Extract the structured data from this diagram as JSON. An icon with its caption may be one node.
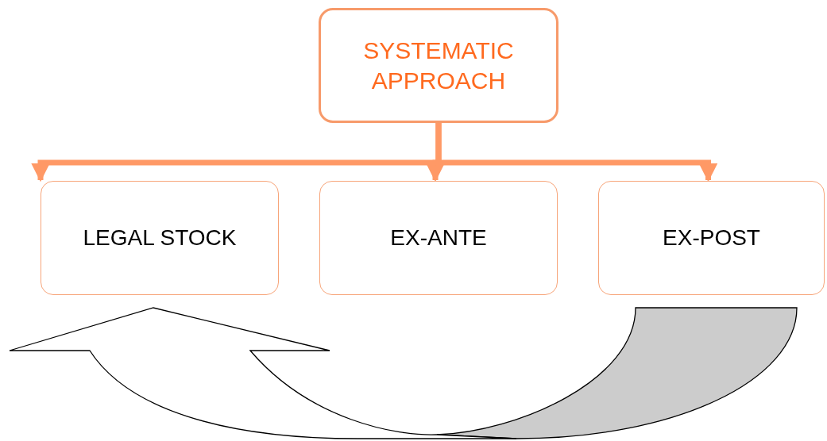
{
  "diagram": {
    "nodes": [
      {
        "text": [
          "SYSTEMATIC APPROACH"
        ]
      },
      {
        "text": [
          "LEGAL STOCK"
        ]
      },
      {
        "text": [
          "EX-ANTE"
        ]
      },
      {
        "text": [
          "EX-POST"
        ]
      }
    ],
    "edges": [
      {
        "from": 0,
        "to": 1,
        "arrow": "to"
      },
      {
        "from": 0,
        "to": 2,
        "arrow": "to"
      },
      {
        "from": 0,
        "to": 3,
        "arrow": "to"
      },
      {
        "from": 3,
        "to": 1,
        "arrow": "to"
      }
    ]
  }
}
